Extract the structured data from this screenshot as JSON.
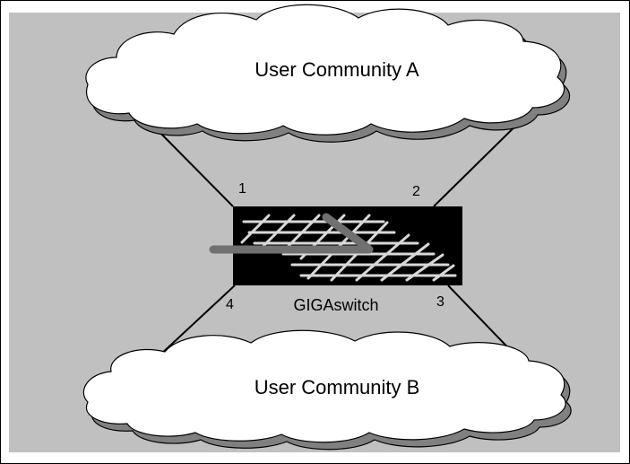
{
  "diagram": {
    "background_color": "#c0c0c0",
    "cloud_fill": "#ffffff",
    "cloud_shadow": "#808080",
    "switch_fill": "#000000",
    "grid_color": "#d8d8d8",
    "arrow_color": "#707070",
    "clouds": {
      "top": {
        "label": "User Community A"
      },
      "bottom": {
        "label": "User Community B"
      }
    },
    "switch": {
      "label": "GIGAswitch"
    },
    "ports": [
      "1",
      "2",
      "3",
      "4"
    ]
  }
}
